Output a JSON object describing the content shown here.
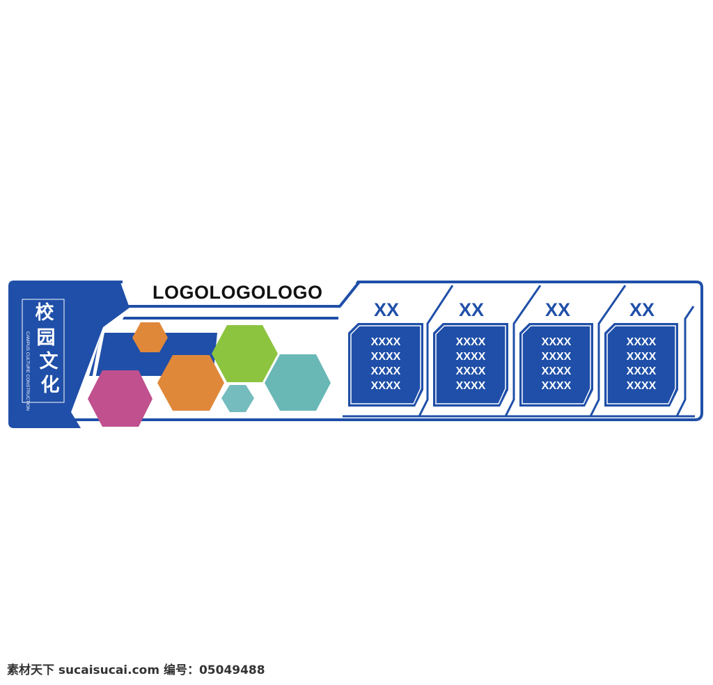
{
  "board": {
    "vertical_title": "校园文化",
    "vertical_subtitle": "CAMPUS CULTURE CONSTRUCTION",
    "logo_text": "LOGOLOGOLOGO",
    "cards": [
      {
        "title": "XX",
        "lines": [
          "XXXX",
          "XXXX",
          "XXXX",
          "XXXX"
        ]
      },
      {
        "title": "XX",
        "lines": [
          "XXXX",
          "XXXX",
          "XXXX",
          "XXXX"
        ]
      },
      {
        "title": "XX",
        "lines": [
          "XXXX",
          "XXXX",
          "XXXX",
          "XXXX"
        ]
      },
      {
        "title": "XX",
        "lines": [
          "XXXX",
          "XXXX",
          "XXXX",
          "XXXX"
        ]
      }
    ]
  },
  "watermark": {
    "text": "素材天下 sucaisucai.com  编号：05049488"
  },
  "colors": {
    "primary_blue": "#1f4fa8",
    "title_blue": "#1f4fa8",
    "hex_orange": "#e0883a",
    "hex_green": "#8cc43f",
    "hex_teal": "#69b8b6",
    "hex_teal_small": "#74bcbe",
    "hex_magenta": "#c0508e",
    "logo_text": "#111111",
    "card_text": "#ffffff",
    "watermark_text": "#333333"
  }
}
